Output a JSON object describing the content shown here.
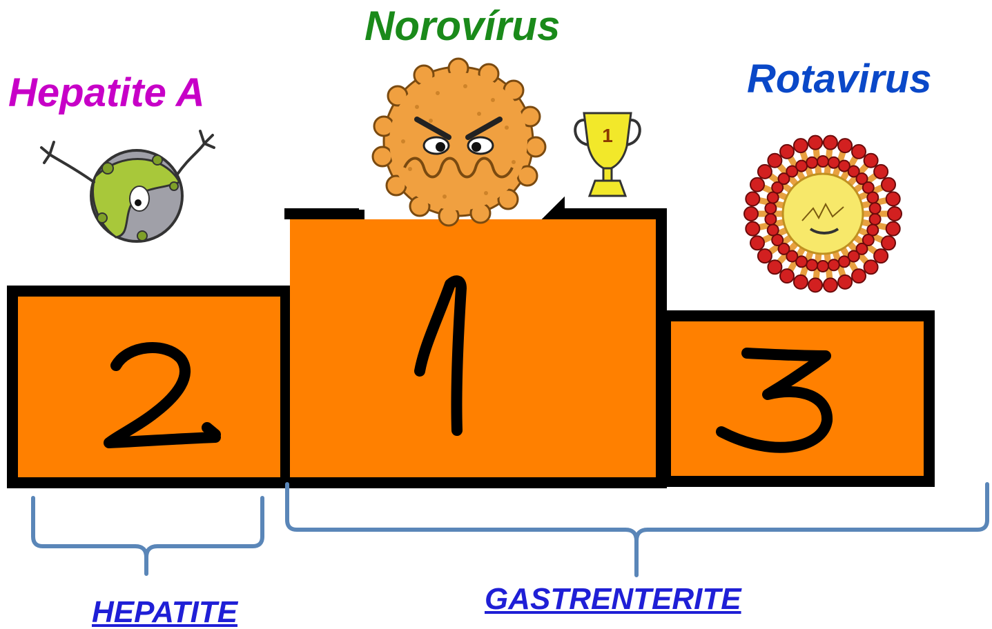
{
  "podium": {
    "first_place": {
      "rank": "1",
      "name": "Norovírus"
    },
    "second_place": {
      "rank": "2",
      "name": "Hepatite A"
    },
    "third_place": {
      "rank": "3",
      "name": "Rotavirus"
    },
    "trophy_rank": "1"
  },
  "categories": {
    "hepatite": "HEPATITE",
    "gastrenterite": "GASTRENTERITE"
  },
  "colors": {
    "podium_fill": "#ff8000",
    "podium_border": "#000000",
    "norovirus_label": "#1a8a1a",
    "hepatite_label": "#c700c7",
    "rotavirus_label": "#0a48c8",
    "link": "#1f1fd6",
    "bracket": "#5a86b8",
    "norovirus_body": "#f0a040",
    "hepatite_body": "#a8c83a",
    "rotavirus_spikes": "#e8a040",
    "rotavirus_balls": "#d22020",
    "trophy": "#f2e82a"
  },
  "icons": {
    "norovirus": "norovirus-character-icon",
    "hepatite": "hepatitis-a-character-icon",
    "rotavirus": "rotavirus-character-icon",
    "trophy": "trophy-icon"
  }
}
